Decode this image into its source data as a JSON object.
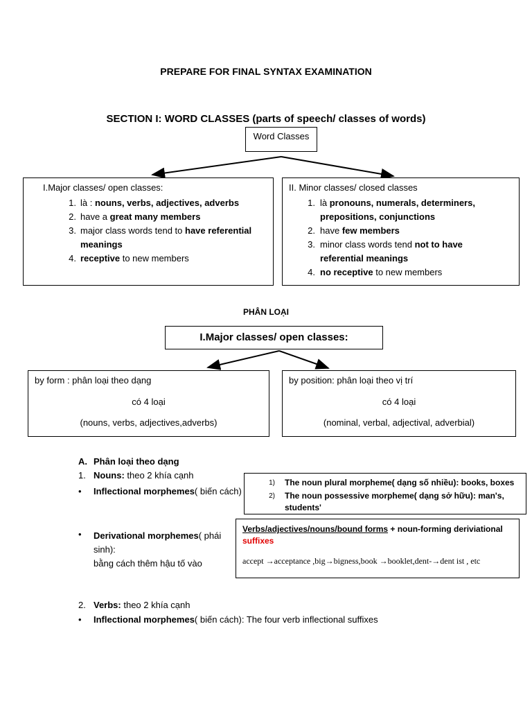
{
  "page_title": "PREPARE FOR FINAL SYNTAX EXAMINATION",
  "section1": {
    "heading": "SECTION I: WORD CLASSES (parts of speech/ classes of words)",
    "root_box": "Word Classes",
    "major": {
      "title": "I.Major classes/ open classes:",
      "items": [
        {
          "num": "1.",
          "a": "là : ",
          "b": "nouns, verbs, adjectives, adverbs",
          "c": ""
        },
        {
          "num": "2.",
          "a": "have a ",
          "b": "great many members",
          "c": ""
        },
        {
          "num": "3.",
          "a": "major class words tend to ",
          "b": "have referential",
          "c": ""
        },
        {
          "num": "",
          "a": "",
          "b": "meanings",
          "c": ""
        },
        {
          "num": "4.",
          "a": "",
          "b": "receptive",
          "c": " to new members"
        }
      ]
    },
    "minor": {
      "title": "II. Minor classes/ closed classes",
      "items": [
        {
          "num": "1.",
          "a": "là ",
          "b": "pronouns, numerals, determiners,",
          "c": ""
        },
        {
          "num": "",
          "a": "",
          "b": "prepositions, conjunctions",
          "c": ""
        },
        {
          "num": "2.",
          "a": "have ",
          "b": "few members",
          "c": ""
        },
        {
          "num": "3.",
          "a": "minor class words tend ",
          "b": "not to have",
          "c": ""
        },
        {
          "num": "",
          "a": "",
          "b": "referential meanings",
          "c": ""
        },
        {
          "num": "4.",
          "a": "",
          "b": "no receptive",
          "c": " to new members"
        }
      ]
    }
  },
  "classification": {
    "heading": "PHÂN LOẠI",
    "root_box": "I.Major classes/ open classes:",
    "by_form": {
      "line1": "by form : phân loại theo dạng",
      "line2": "có 4 loại",
      "line3": "(nouns, verbs, adjectives,adverbs)"
    },
    "by_position": {
      "line1": "by position: phân loại theo vị trí",
      "line2": "có 4 loại",
      "line3": "(nominal, verbal, adjectival, adverbial)"
    }
  },
  "part_a": {
    "label": "A.",
    "heading": "Phân loại theo dạng",
    "nouns_num": "1.",
    "nouns_label": "Nouns:",
    "nouns_text": " theo 2 khía cạnh",
    "inflectional_label": "Inflectional morphemes",
    "inflectional_text": "( biến cách)",
    "inflectional_box": [
      {
        "num": "1)",
        "text": "The noun plural morpheme( dạng số nhiều): books, boxes"
      },
      {
        "num": "2)",
        "text": "The noun possessive morpheme( dạng sở hữu): man's,"
      },
      {
        "num": "",
        "text": "students'"
      }
    ],
    "derivational_label": "Derivational morphemes",
    "derivational_text1": "( phái",
    "derivational_text2": "sinh):",
    "derivational_text3": "bằng cách thêm hậu tố vào",
    "deriv_box": {
      "underlined": "Verbs/adjectives/nouns/bound forms",
      "plus": " + noun-forming deriviational",
      "red": "suffixes",
      "examples": "accept →acceptance ,big→bigness,book →booklet,dent-→dent ist , etc"
    },
    "verbs_num": "2.",
    "verbs_label": "Verbs:",
    "verbs_text": " theo 2 khía cạnh",
    "verbs_infl_label": "Inflectional morphemes",
    "verbs_infl_text": "( biến cách): The four verb inflectional suffixes"
  },
  "bullet": "•"
}
